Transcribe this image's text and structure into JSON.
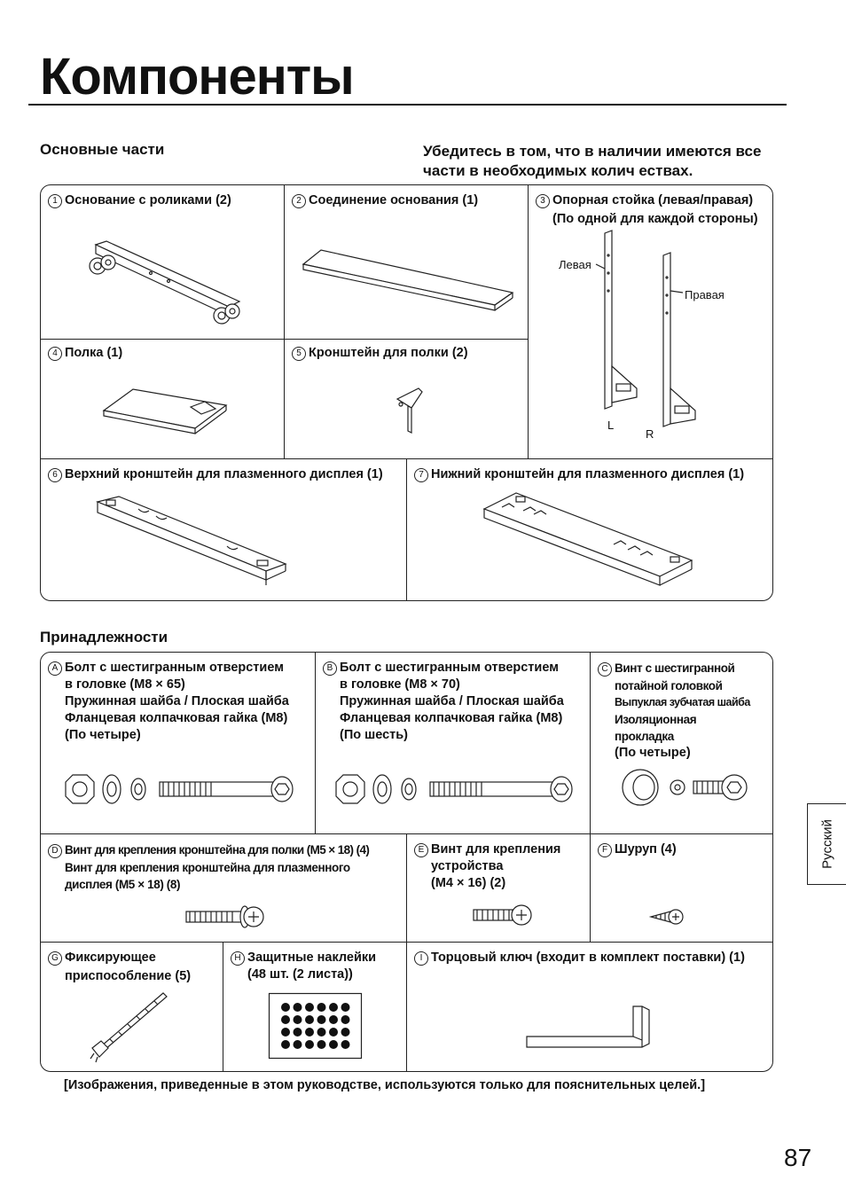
{
  "page": {
    "title": "Компоненты",
    "page_number": "87",
    "language_tab": "Русский",
    "footer_note": "[Изображения, приведенные в этом руководстве, используются только для пояснительных целей.]"
  },
  "main_parts": {
    "heading": "Основные части",
    "check_note": "Убедитесь в том, что в наличии имеются все части в необходимых колич ествах.",
    "items": [
      {
        "num": "1",
        "label": "Основание с роликами (2)"
      },
      {
        "num": "2",
        "label": "Соединение основания (1)"
      },
      {
        "num": "3",
        "label": "Опорная стойка (левая/правая)",
        "sublabel": "(По одной для каждой стороны)",
        "left_text": "Левая",
        "right_text": "Правая",
        "l_mark": "L",
        "r_mark": "R"
      },
      {
        "num": "4",
        "label": "Полка (1)"
      },
      {
        "num": "5",
        "label": "Кронштейн для полки (2)"
      },
      {
        "num": "6",
        "label": "Верхний кронштейн для плазменного дисплея (1)"
      },
      {
        "num": "7",
        "label": "Нижний кронштейн для плазменного дисплея (1)"
      }
    ]
  },
  "accessories": {
    "heading": "Принадлежности",
    "items": [
      {
        "num": "A",
        "lines": [
          "Болт с шестигранным отверстием",
          "в головке (M8 × 65)",
          "Пружинная шайба / Плоская шайба",
          "Фланцевая колпачковая гайка (M8)",
          "(По четыре)"
        ]
      },
      {
        "num": "B",
        "lines": [
          "Болт с шестигранным отверстием",
          "в головке (M8 × 70)",
          "Пружинная шайба / Плоская шайба",
          "Фланцевая колпачковая гайка (M8)",
          "(По шесть)"
        ]
      },
      {
        "num": "C",
        "lines": [
          "Винт с шестигранной",
          "потайной головкой",
          "Выпуклая зубчатая шайба",
          "Изоляционная",
          "прокладка",
          "(По четыре)"
        ]
      },
      {
        "num": "D",
        "lines": [
          "Винт для крепления кронштейна для полки (M5 × 18) (4)",
          "Винт для крепления кронштейна для плазменного",
          "дисплея (M5 × 18) (8)"
        ]
      },
      {
        "num": "E",
        "lines": [
          "Винт для крепления",
          "устройства",
          "(M4 × 16) (2)"
        ]
      },
      {
        "num": "F",
        "lines": [
          "Шуруп (4)"
        ]
      },
      {
        "num": "G",
        "lines": [
          "Фиксирующее",
          "приспособление (5)"
        ]
      },
      {
        "num": "H",
        "lines": [
          "Защитные наклейки",
          "(48 шт. (2 листа))"
        ]
      },
      {
        "num": "I",
        "lines": [
          "Торцовый ключ (входит в комплект поставки) (1)"
        ]
      }
    ]
  }
}
